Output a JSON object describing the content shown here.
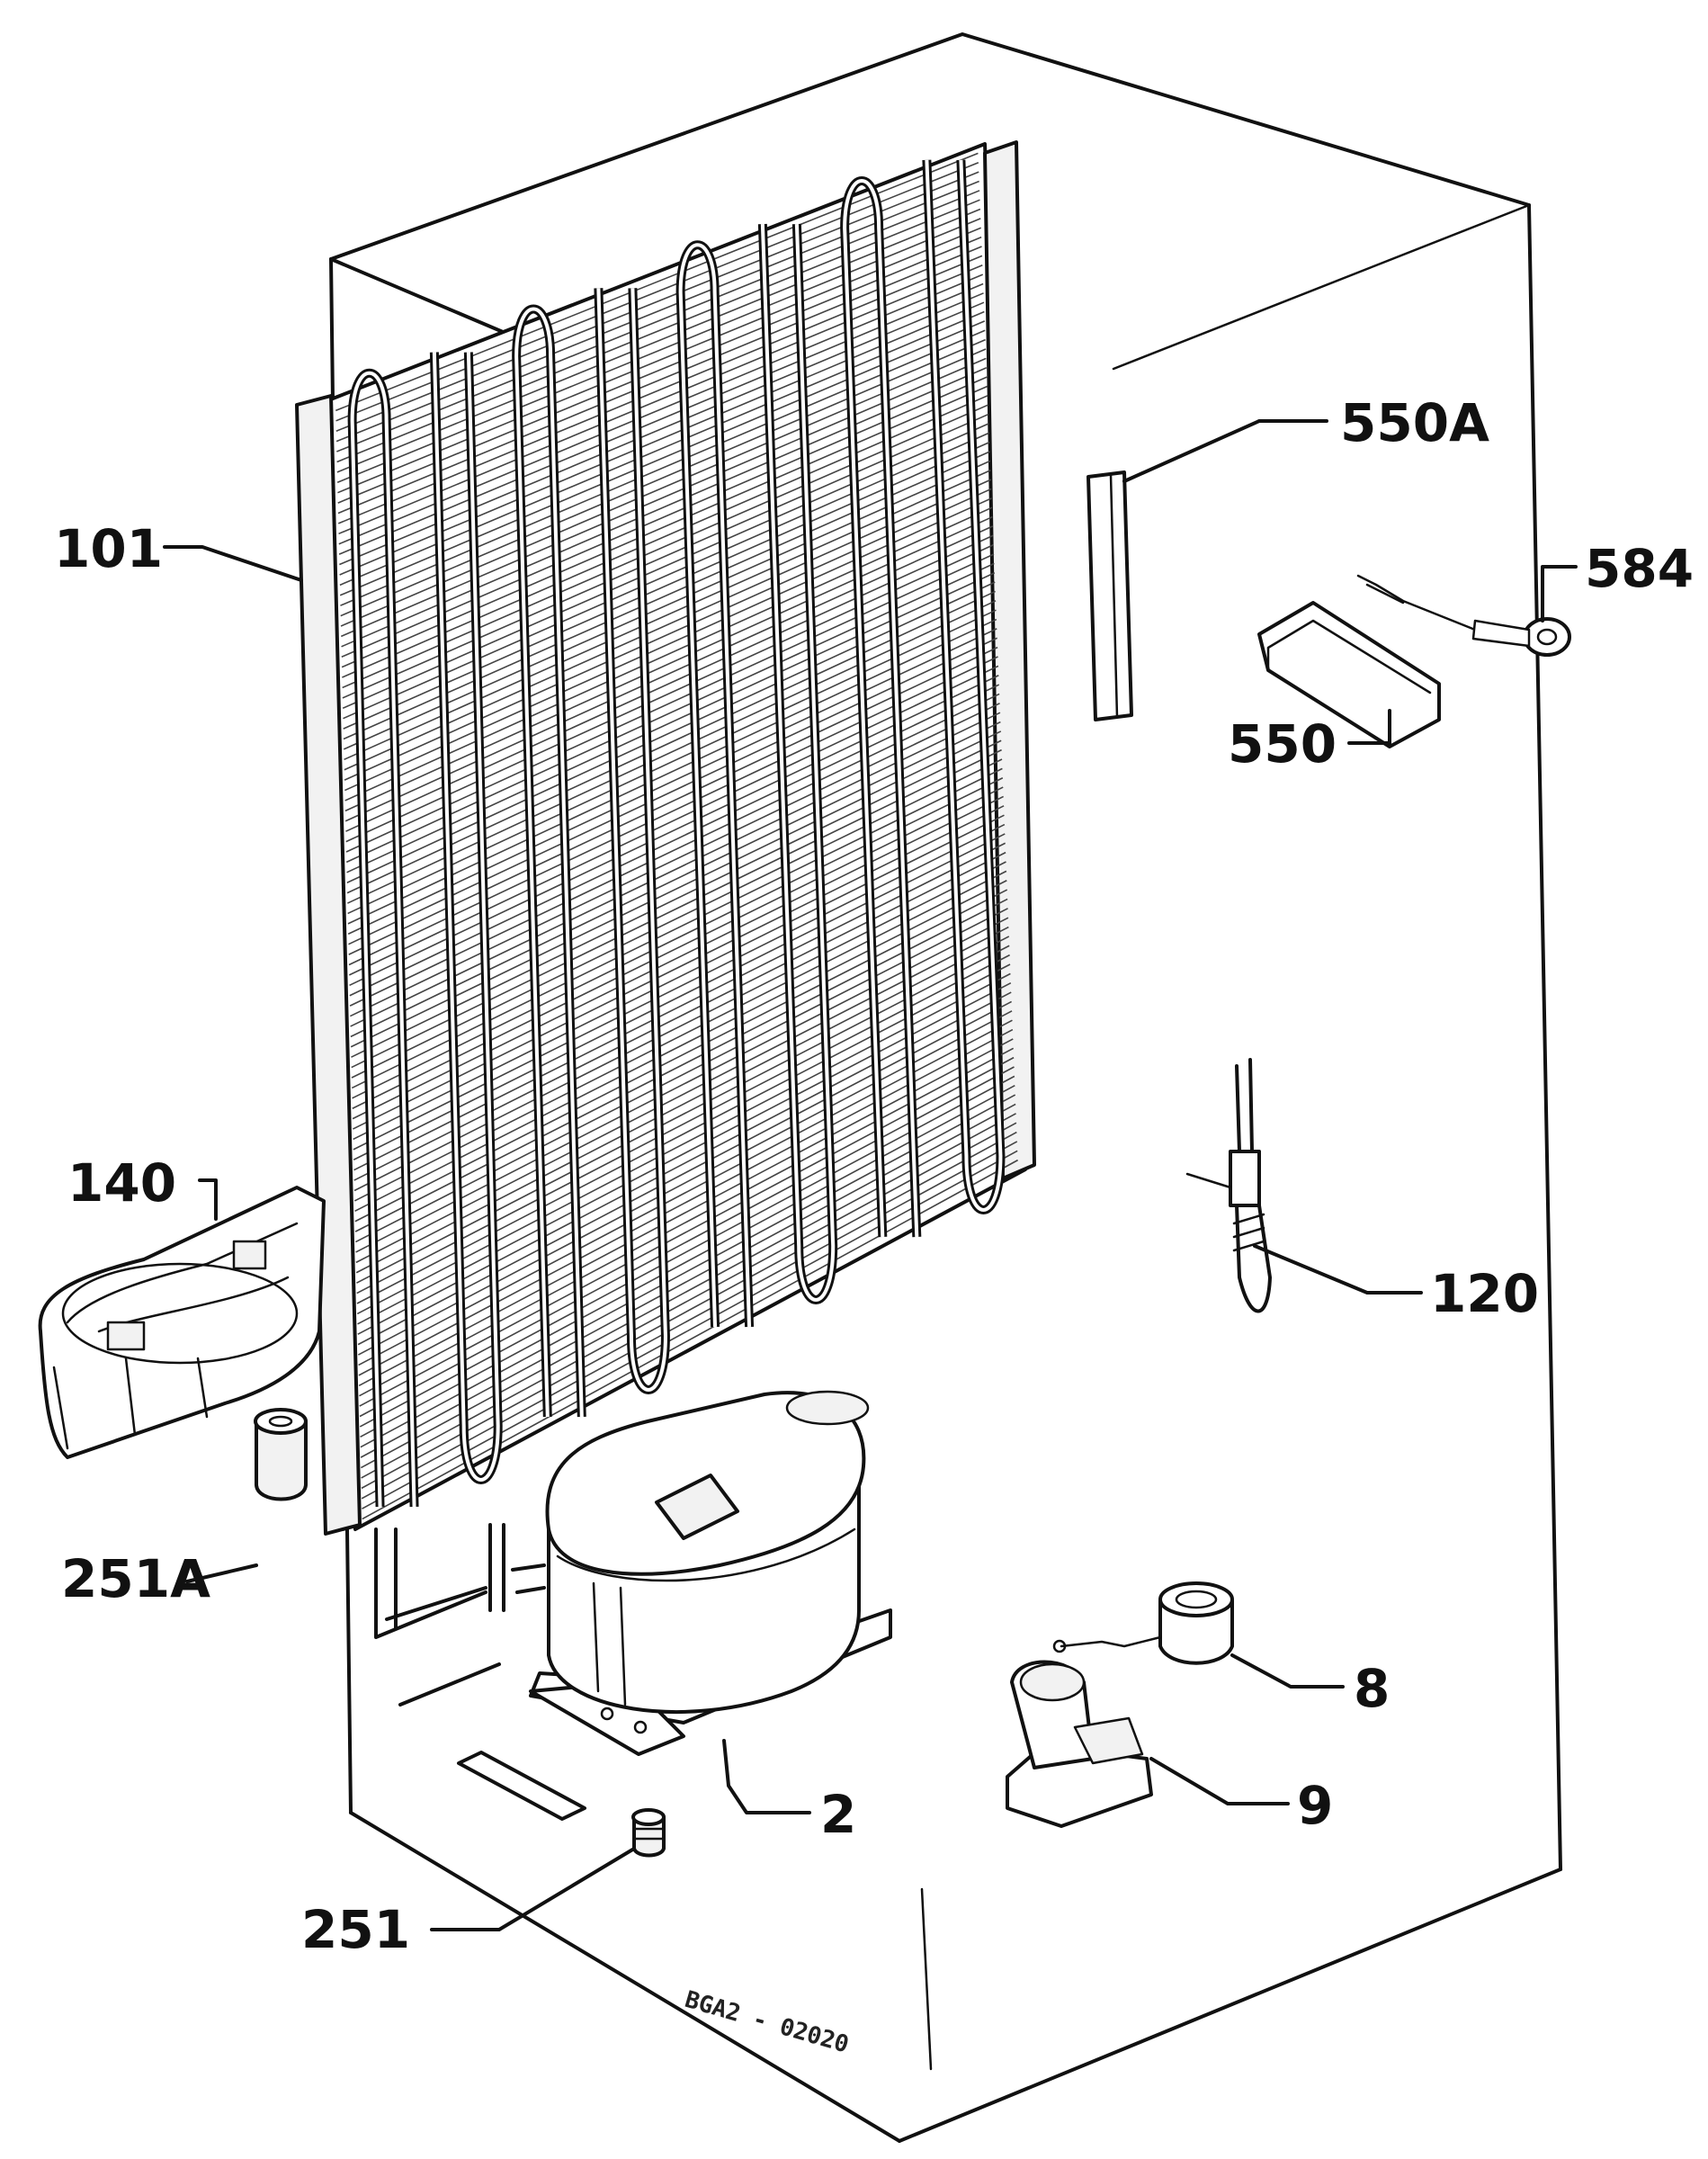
{
  "diagram": {
    "callouts": {
      "c101": "101",
      "c140": "140",
      "c251A": "251A",
      "c251": "251",
      "c2": "2",
      "c9": "9",
      "c8": "8",
      "c120": "120",
      "c550": "550",
      "c550A": "550A",
      "c584": "584"
    },
    "drawing_code": "BGA2 - 02020"
  }
}
